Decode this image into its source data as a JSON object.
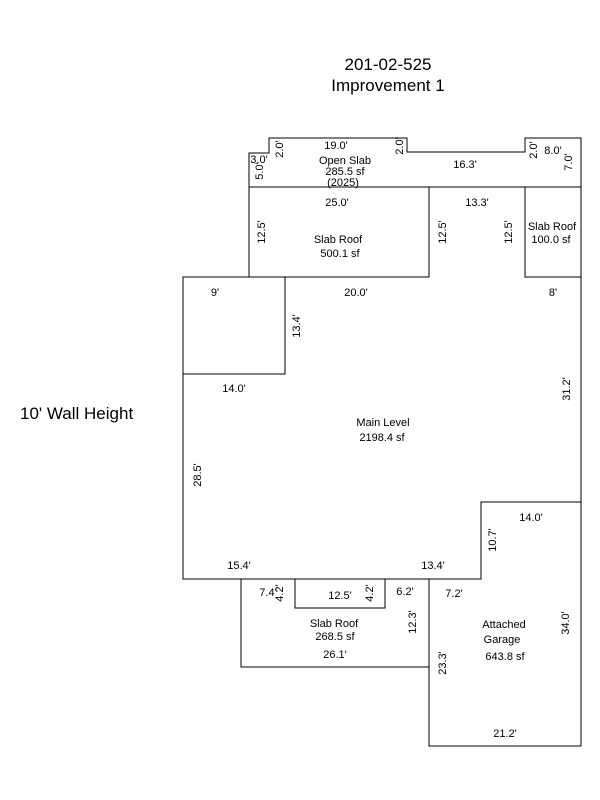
{
  "header": {
    "parcel_id": "201-02-525",
    "improvement": "Improvement 1"
  },
  "wall_height_note": "10' Wall Height",
  "areas": {
    "open_slab": {
      "label": "Open Slab",
      "area": "285.5 sf",
      "year": "(2025)"
    },
    "slab_roof_top": {
      "label": "Slab Roof",
      "area": "500.1 sf"
    },
    "slab_roof_right": {
      "label": "Slab Roof",
      "area": "100.0 sf"
    },
    "main_level": {
      "label": "Main Level",
      "area": "2198.4 sf"
    },
    "slab_roof_bottom": {
      "label": "Slab Roof",
      "area": "268.5 sf"
    },
    "garage": {
      "label_line1": "Attached",
      "label_line2": "Garage",
      "area": "643.8 sf"
    }
  },
  "dimensions": {
    "d_3_0": "3.0'",
    "d_5_0": "5.0'",
    "d_2_0_a": "2.0'",
    "d_19_0": "19.0'",
    "d_2_0_b": "2.0'",
    "d_16_3": "16.3'",
    "d_2_0_c": "2.0'",
    "d_8_0": "8.0'",
    "d_7_0": "7.0'",
    "d_25_0": "25.0'",
    "d_13_3": "13.3'",
    "d_12_5_a": "12.5'",
    "d_12_5_b": "12.5'",
    "d_12_5_c": "12.5'",
    "d_9": "9'",
    "d_20_0": "20.0'",
    "d_8": "8'",
    "d_13_4_a": "13.4'",
    "d_14_0_a": "14.0'",
    "d_31_2": "31.2'",
    "d_28_5": "28.5'",
    "d_14_0_b": "14.0'",
    "d_10_7": "10.7'",
    "d_15_4": "15.4'",
    "d_13_4_b": "13.4'",
    "d_7_4": "7.4'",
    "d_4_2_a": "4.2'",
    "d_12_5_d": "12.5'",
    "d_4_2_b": "4.2'",
    "d_6_2": "6.2'",
    "d_7_2": "7.2'",
    "d_12_3": "12.3'",
    "d_34_0": "34.0'",
    "d_26_1": "26.1'",
    "d_23_3": "23.3'",
    "d_21_2": "21.2'"
  }
}
